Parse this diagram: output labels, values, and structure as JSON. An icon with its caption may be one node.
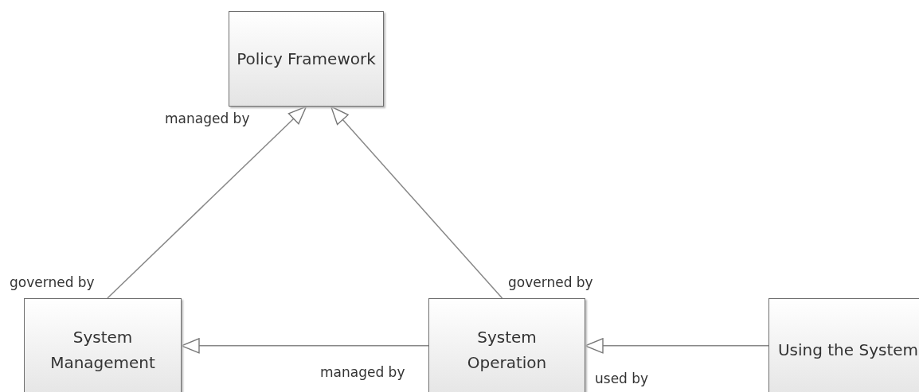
{
  "diagram": {
    "nodes": [
      {
        "text": [
          "Policy Framework"
        ]
      },
      {
        "text": [
          "System Management"
        ]
      },
      {
        "text": [
          "System Operation"
        ]
      },
      {
        "text": [
          "Using the System"
        ]
      }
    ],
    "edges": [
      {
        "from": 1,
        "to": 0,
        "arrow": "to",
        "label": "managed by"
      },
      {
        "from": 2,
        "to": 0,
        "arrow": "to",
        "label": "governed by"
      },
      {
        "from": 2,
        "to": 1,
        "arrow": "to",
        "label": "managed by"
      },
      {
        "from": 3,
        "to": 2,
        "arrow": "to",
        "label": "used by"
      }
    ],
    "labels": [
      "governed by"
    ]
  }
}
